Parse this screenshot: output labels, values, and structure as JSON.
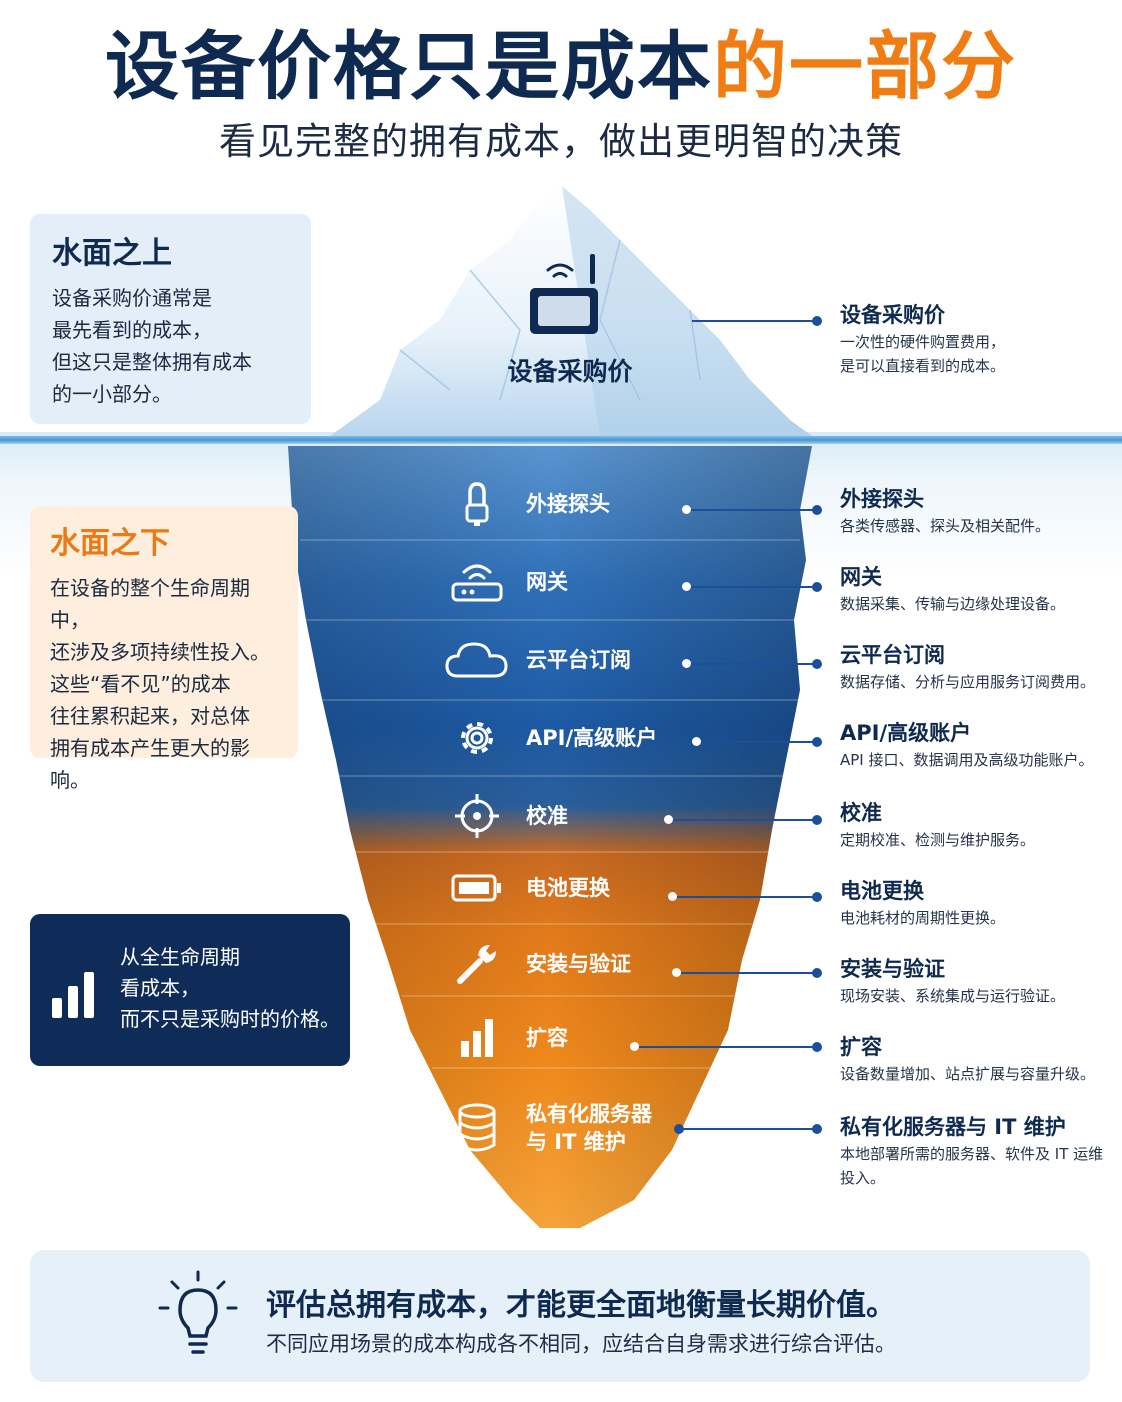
{
  "title": {
    "part1": "设备价格只是成本",
    "part2": "的一部分"
  },
  "subtitle": "看见完整的拥有成本，做出更明智的决策",
  "above_box": {
    "heading": "水面之上",
    "text": "设备采购价通常是\n最先看到的成本，\n但这只是整体拥有成本\n的一小部分。"
  },
  "below_box": {
    "heading": "水面之下",
    "text": "在设备的整个生命周期中，\n还涉及多项持续性投入。\n这些“看不见”的成本\n往往累积起来，对总体\n拥有成本产生更大的影响。"
  },
  "navy_box": {
    "text": "从全生命周期\n看成本，\n而不只是采购时的价格。",
    "icon": "bar-chart-icon"
  },
  "iceberg_top": {
    "label": "设备采购价",
    "icon": "wireless-device-icon"
  },
  "layers": [
    {
      "label": "外接探头",
      "icon": "probe-icon"
    },
    {
      "label": "网关",
      "icon": "router-icon"
    },
    {
      "label": "云平台订阅",
      "icon": "cloud-icon"
    },
    {
      "label": "API/高级账户",
      "icon": "gear-icon"
    },
    {
      "label": "校准",
      "icon": "crosshair-icon"
    },
    {
      "label": "电池更换",
      "icon": "battery-icon"
    },
    {
      "label": "安装与验证",
      "icon": "wrench-icon"
    },
    {
      "label": "扩容",
      "icon": "bar-chart-icon"
    },
    {
      "label": "私有化服务器\n与 IT 维护",
      "icon": "database-icon"
    }
  ],
  "descriptions": [
    {
      "title": "设备采购价",
      "text": "一次性的硬件购置费用，\n是可以直接看到的成本。"
    },
    {
      "title": "外接探头",
      "text": "各类传感器、探头及相关配件。"
    },
    {
      "title": "网关",
      "text": "数据采集、传输与边缘处理设备。"
    },
    {
      "title": "云平台订阅",
      "text": "数据存储、分析与应用服务订阅费用。"
    },
    {
      "title": "API/高级账户",
      "text": "API 接口、数据调用及高级功能账户。"
    },
    {
      "title": "校准",
      "text": "定期校准、检测与维护服务。"
    },
    {
      "title": "电池更换",
      "text": "电池耗材的周期性更换。"
    },
    {
      "title": "安装与验证",
      "text": "现场安装、系统集成与运行验证。"
    },
    {
      "title": "扩容",
      "text": "设备数量增加、站点扩展与容量升级。"
    },
    {
      "title": "私有化服务器与 IT 维护",
      "text": "本地部署所需的服务器、软件及 IT 运维\n投入。"
    }
  ],
  "banner": {
    "heading": "评估总拥有成本，才能更全面地衡量长期价值。",
    "subtext": "不同应用场景的成本构成各不相同，应结合自身需求进行综合评估。",
    "icon": "lightbulb-icon"
  },
  "colors": {
    "navy": "#0e2a50",
    "orange": "#f07d14",
    "iceberg_blue": "#1c5da8",
    "iceberg_orange": "#f08a1c"
  }
}
